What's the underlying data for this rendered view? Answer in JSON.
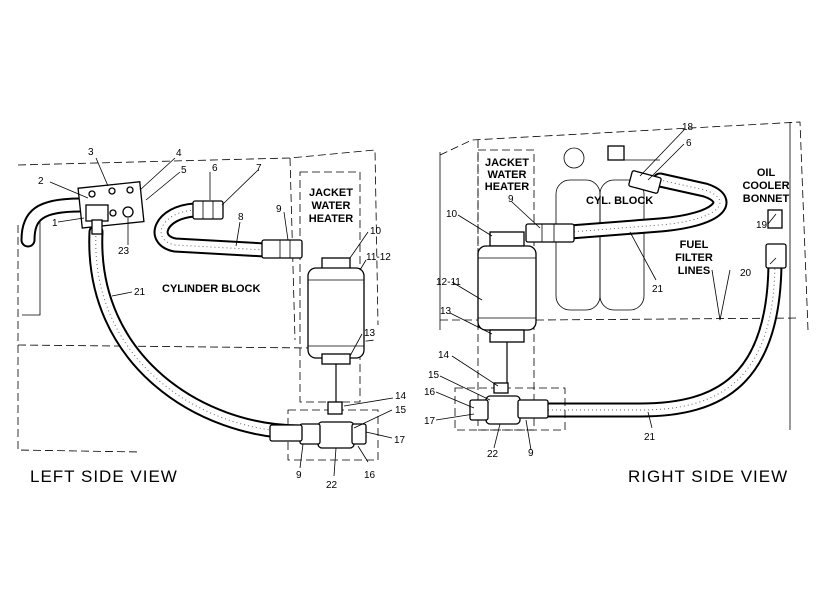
{
  "left_view": {
    "title": "LEFT SIDE VIEW",
    "block_label": "CYLINDER BLOCK",
    "heater_label": [
      "JACKET",
      "WATER",
      "HEATER"
    ],
    "callouts": [
      "1",
      "2",
      "3",
      "4",
      "5",
      "6",
      "7",
      "8",
      "9",
      "10",
      "11-12",
      "13",
      "14",
      "15",
      "16",
      "17",
      "21",
      "22",
      "23",
      "9"
    ]
  },
  "right_view": {
    "title": "RIGHT SIDE VIEW",
    "heater_label": [
      "JACKET",
      "WATER",
      "HEATER"
    ],
    "cyl_block_label": "CYL. BLOCK",
    "oil_cooler_label": [
      "OIL",
      "COOLER",
      "BONNET"
    ],
    "fuel_filter_label": [
      "FUEL",
      "FILTER",
      "LINES"
    ],
    "callouts": [
      "10",
      "12-11",
      "13",
      "14",
      "15",
      "16",
      "17",
      "22",
      "9",
      "9",
      "18",
      "6",
      "19",
      "20",
      "21",
      "21"
    ]
  }
}
